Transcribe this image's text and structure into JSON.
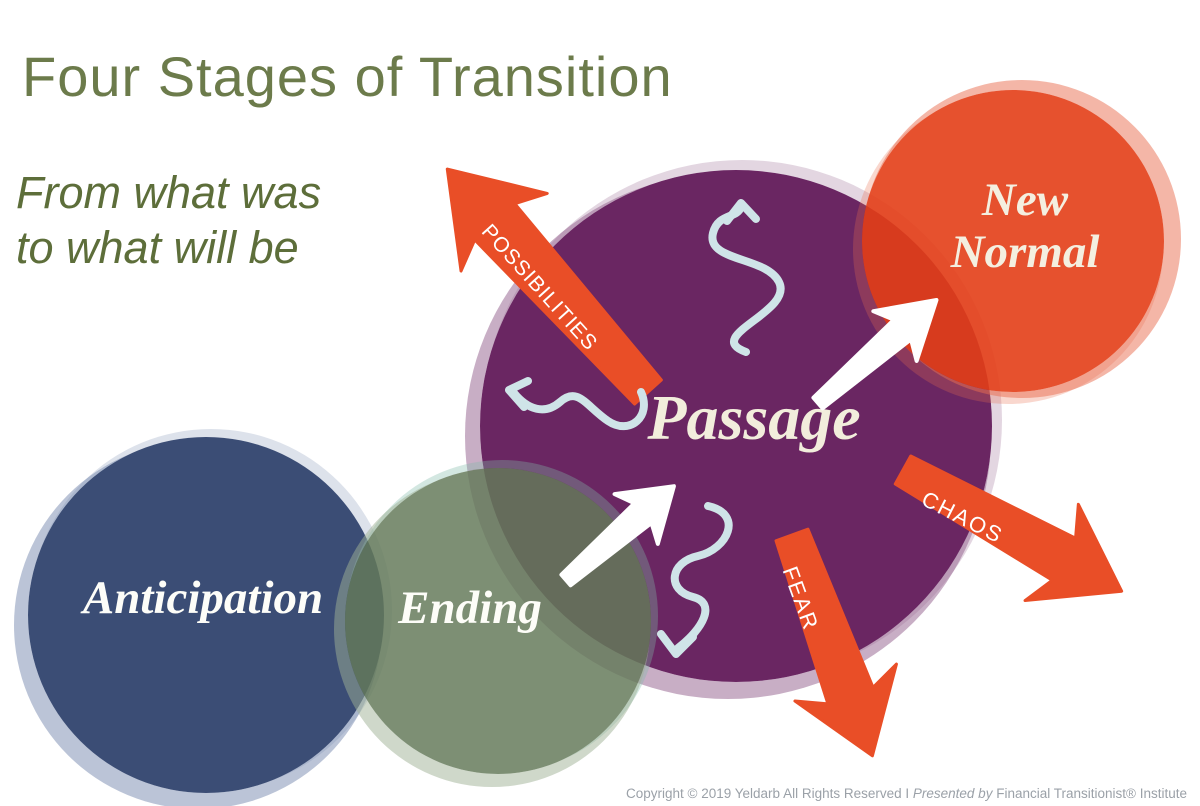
{
  "header": {
    "title": "Four Stages of Transition",
    "subtitle_line1": "From what was",
    "subtitle_line2": "to what will be"
  },
  "stages": {
    "anticipation": {
      "label": "Anticipation",
      "color": "#3d5178"
    },
    "ending": {
      "label": "Ending",
      "color": "#7e9077"
    },
    "passage": {
      "label": "Passage",
      "color": "#6a2a62"
    },
    "new_normal": {
      "label": "New Normal",
      "color": "#e2512d"
    }
  },
  "arrows": {
    "possibilities": {
      "label": "POSSIBILITIES",
      "color": "#e94e27"
    },
    "chaos": {
      "label": "CHAOS",
      "color": "#e94e27"
    },
    "fear": {
      "label": "FEAR",
      "color": "#e94e27"
    },
    "squiggle_color": "#cfe4e8",
    "white_arrow_color": "#ffffff"
  },
  "footer": {
    "copyright": "Copyright © 2019 Yeldarb All Rights Reserved I",
    "presented_by": "Presented by",
    "institute": "Financial Transitionist® Institute"
  }
}
